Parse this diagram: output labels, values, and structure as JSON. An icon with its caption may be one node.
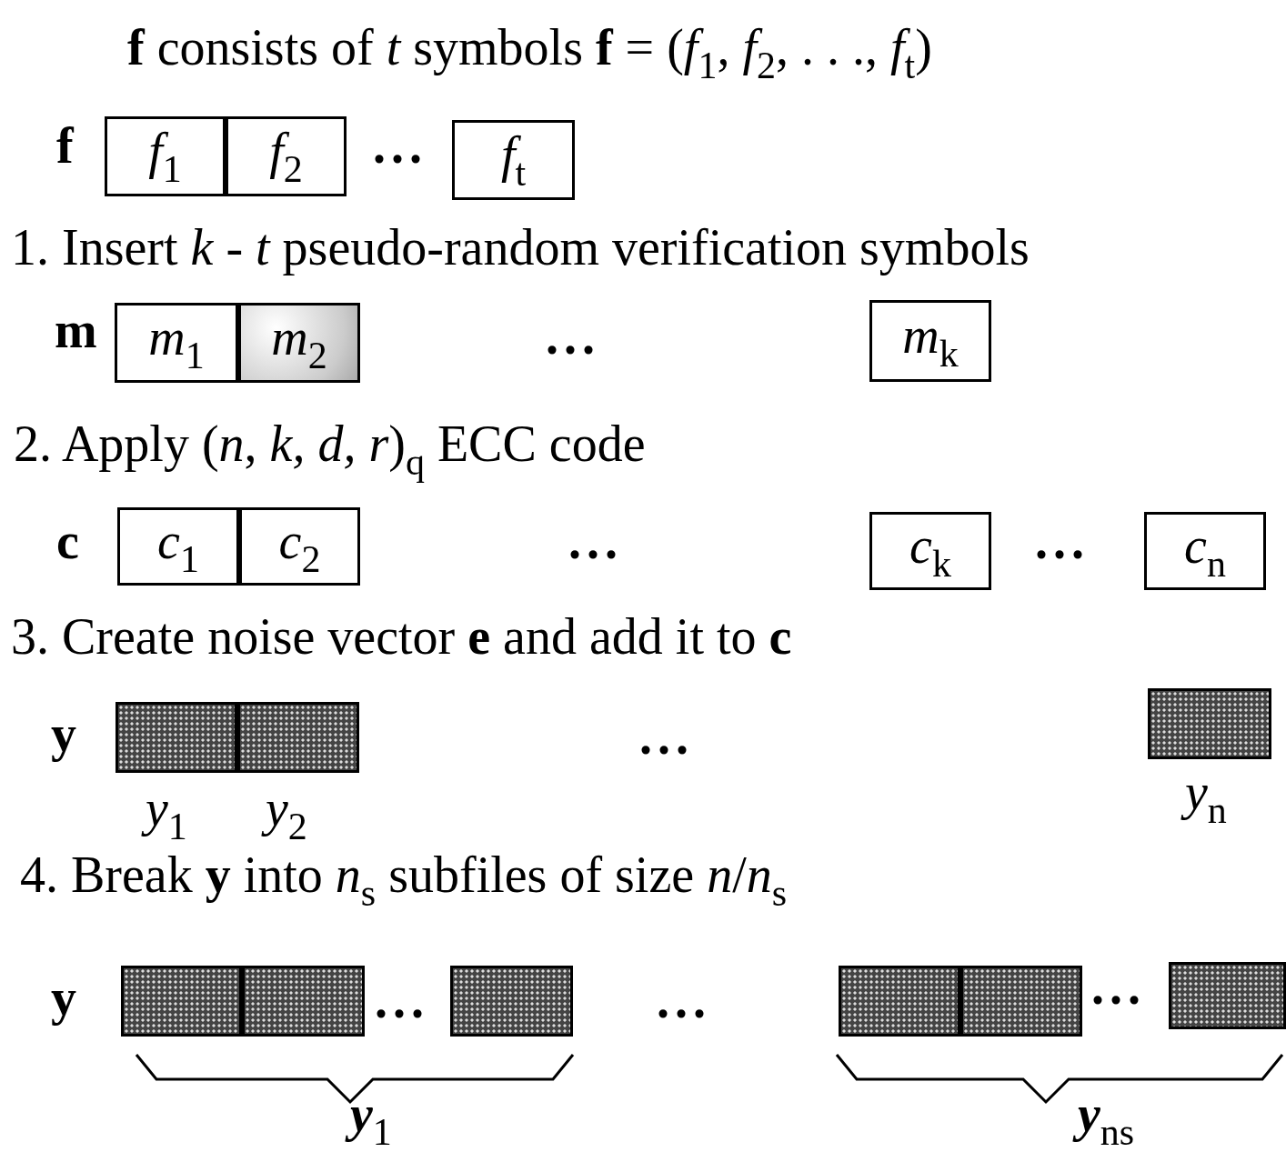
{
  "diagram": {
    "title": "**f** consists of *t* symbols **f** = (*f*$_{1}$, *f*$_{2}$, . . ., *f*$_{t}$)",
    "nodes": [
      {
        "text": [
          "*f*$_{1}$"
        ]
      },
      {
        "text": [
          "*f*$_{2}$"
        ]
      },
      {
        "text": [
          "*f*$_{t}$"
        ]
      },
      {
        "text": [
          "*m*$_{1}$"
        ]
      },
      {
        "text": [
          "*m*$_{2}$"
        ]
      },
      {
        "text": [
          "*m*$_{k}$"
        ]
      },
      {
        "text": [
          "*c*$_{1}$"
        ]
      },
      {
        "text": [
          "*c*$_{2}$"
        ]
      },
      {
        "text": [
          "*c*$_{k}$"
        ]
      },
      {
        "text": [
          "*c*$_{n}$"
        ]
      },
      {
        "text": [],
        "shape": "box",
        "beside": [
          "*y*$_{1}$"
        ]
      },
      {
        "text": [],
        "shape": "box",
        "beside": [
          "*y*$_{2}$"
        ]
      },
      {
        "text": [],
        "shape": "box",
        "beside": [
          "*y*$_{n}$"
        ]
      },
      {
        "text": [],
        "shape": "box"
      },
      {
        "text": [],
        "shape": "box"
      },
      {
        "text": [],
        "shape": "box"
      },
      {
        "text": [],
        "shape": "box"
      },
      {
        "text": [],
        "shape": "box"
      },
      {
        "text": [],
        "shape": "box"
      }
    ],
    "edges": [],
    "labels": [
      "f",
      "...",
      "1. Insert *k* - *t* pseudo-random verification symbols",
      "m",
      "...",
      "2. Apply (*n*, *k, d, r*)$_{q}$ ECC code",
      "c",
      "...",
      "...",
      "3. Create noise vector **e** and add it to **c**",
      "y",
      "...",
      "4. Break **y** into *n*$_{s}$ subfiles of size *n*/*n*$_{s}$",
      "y",
      "...",
      "...",
      "...",
      "**y**$_{1}$",
      "**y**$_{ns}$"
    ]
  }
}
